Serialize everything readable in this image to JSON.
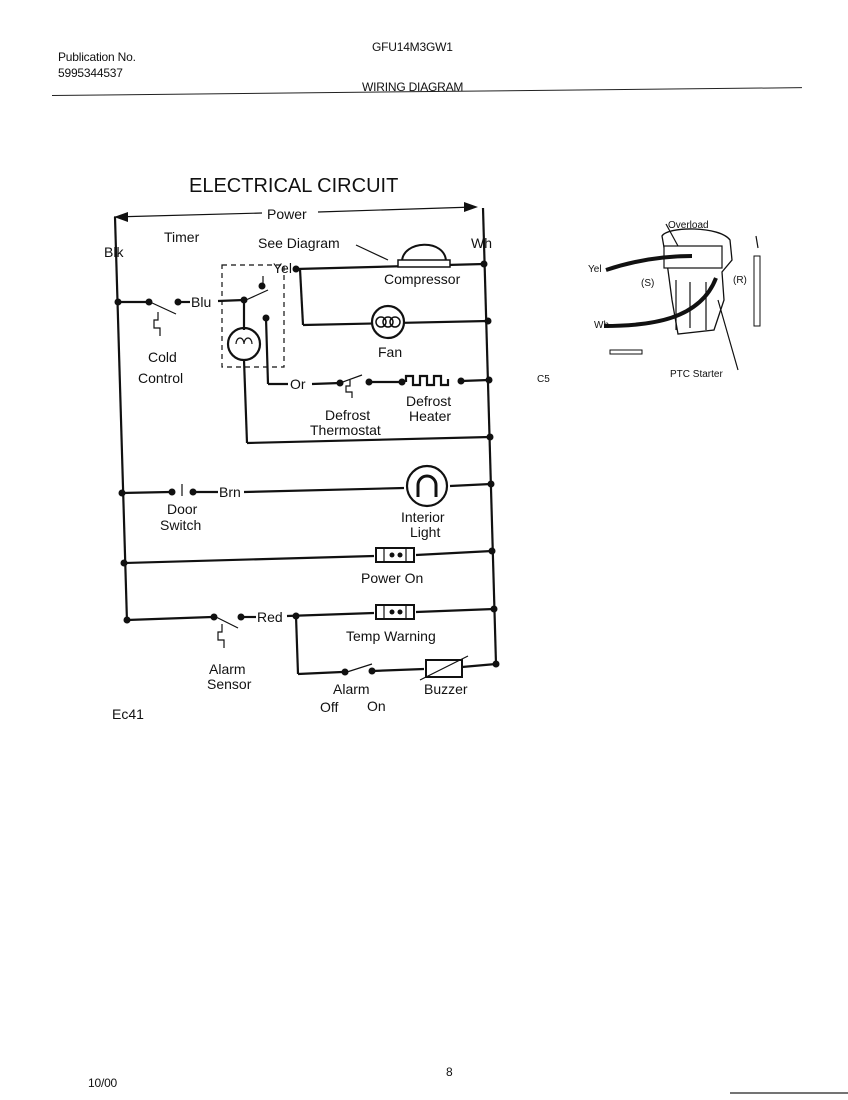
{
  "header": {
    "pub_label": "Publication No.",
    "pub_number": "5995344537",
    "model": "GFU14M3GW1",
    "section": "WIRING DIAGRAM"
  },
  "diagram": {
    "title": "ELECTRICAL CIRCUIT",
    "labels": {
      "power": "Power",
      "blk": "Blk",
      "wh": "Wh",
      "timer": "Timer",
      "see_diagram": "See Diagram",
      "yel": "Yel",
      "compressor": "Compressor",
      "blu": "Blu",
      "fan": "Fan",
      "cold_control_1": "Cold",
      "cold_control_2": "Control",
      "or": "Or",
      "defrost_thermostat_1": "Defrost",
      "defrost_thermostat_2": "Thermostat",
      "defrost_heater_1": "Defrost",
      "defrost_heater_2": "Heater",
      "brn": "Brn",
      "door_switch_1": "Door",
      "door_switch_2": "Switch",
      "interior_light_1": "Interior",
      "interior_light_2": "Light",
      "power_on": "Power On",
      "red": "Red",
      "temp_warning": "Temp Warning",
      "alarm_sensor_1": "Alarm",
      "alarm_sensor_2": "Sensor",
      "alarm": "Alarm",
      "off": "Off",
      "on": "On",
      "buzzer": "Buzzer",
      "code": "Ec41"
    }
  },
  "inset": {
    "overload": "Overload",
    "yel": "Yel",
    "s": "(S)",
    "r": "(R)",
    "wh": "Wh",
    "ptc_starter": "PTC Starter",
    "code": "C5"
  },
  "footer": {
    "date": "10/00",
    "page": "8"
  }
}
